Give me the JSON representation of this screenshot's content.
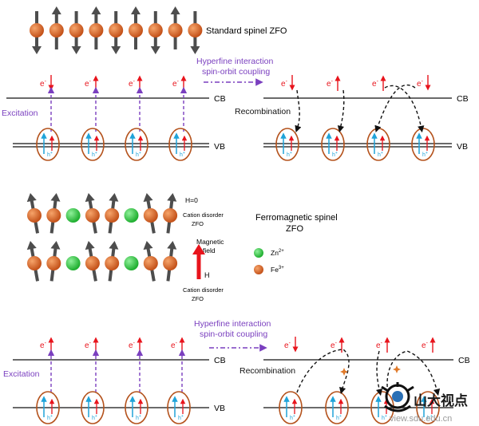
{
  "labels": {
    "standard_title": "Standard spinel ZFO",
    "hyperfine_1": "Hyperfine interaction",
    "soc_1": "spin-orbit coupling",
    "hyperfine_2": "Hyperfine interaction",
    "soc_2": "spin-orbit coupling",
    "excitation_1": "Excitation",
    "excitation_2": "Excitation",
    "recombination_1": "Recombination",
    "recombination_2": "Recombination",
    "cb": "CB",
    "vb": "VB",
    "electron": "e",
    "electron_sup": "-",
    "hole": "h",
    "hole_sup": "+",
    "h0": "H=0",
    "cation_disorder_1": "Cation disorder",
    "zfo_small_1": "ZFO",
    "cation_disorder_2": "Cation disorder",
    "zfo_small_2": "ZFO",
    "magnetic": "Magnetic",
    "field": "field",
    "H": "H",
    "ferro_title_1": "Ferromagnetic spinel",
    "ferro_title_2": "ZFO",
    "zn": "Zn",
    "zn_sup": "2+",
    "fe": "Fe",
    "fe_sup": "3+",
    "watermark_cn": "山大视点",
    "watermark_url": "view.sdu.edu.cn"
  },
  "colors": {
    "fe": "#d9661f",
    "zn": "#2ecc40",
    "spin_arrow": "#4d4d4d",
    "electron_red": "#e8141c",
    "hole_blue": "#1fa3d9",
    "purple": "#7a3fbf",
    "ellipse": "#b4521c"
  },
  "row1_spins": [
    "down",
    "up",
    "down",
    "up",
    "down",
    "up",
    "down",
    "up",
    "down"
  ],
  "row2_atoms": [
    "fe-up",
    "fe-up",
    "zn",
    "fe-up",
    "fe-up",
    "zn",
    "fe-up",
    "fe-up"
  ],
  "row3_atoms": [
    "fe-up",
    "fe-up",
    "zn",
    "fe-up",
    "fe-up",
    "zn",
    "fe-up",
    "fe-up"
  ],
  "panel1_left_electron_spins": [
    "down",
    "up",
    "up",
    "up"
  ],
  "panel1_right_electron_spins": [
    "down",
    "up",
    "up",
    "down"
  ],
  "panel2_left_electron_spins": [
    "up",
    "up",
    "up",
    "up"
  ],
  "panel2_right_electron_spins": [
    "down",
    "up",
    "up",
    "up"
  ]
}
